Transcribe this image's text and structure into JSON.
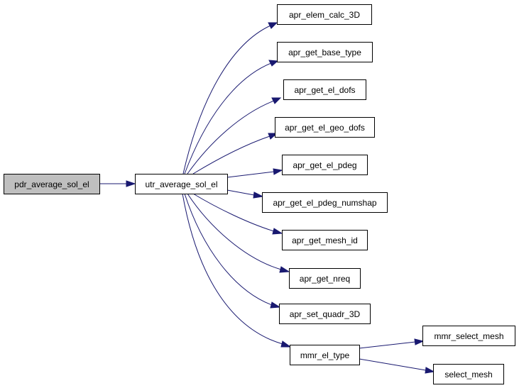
{
  "graph": {
    "edge_color": "#191970",
    "root_fill": "#bfbfbf",
    "nodes": {
      "pdr_average_sol_el": "pdr_average_sol_el",
      "utr_average_sol_el": "utr_average_sol_el",
      "apr_elem_calc_3D": "apr_elem_calc_3D",
      "apr_get_base_type": "apr_get_base_type",
      "apr_get_el_dofs": "apr_get_el_dofs",
      "apr_get_el_geo_dofs": "apr_get_el_geo_dofs",
      "apr_get_el_pdeg": "apr_get_el_pdeg",
      "apr_get_el_pdeg_numshap": "apr_get_el_pdeg_numshap",
      "apr_get_mesh_id": "apr_get_mesh_id",
      "apr_get_nreq": "apr_get_nreq",
      "apr_set_quadr_3D": "apr_set_quadr_3D",
      "mmr_el_type": "mmr_el_type",
      "mmr_select_mesh": "mmr_select_mesh",
      "select_mesh": "select_mesh"
    }
  }
}
